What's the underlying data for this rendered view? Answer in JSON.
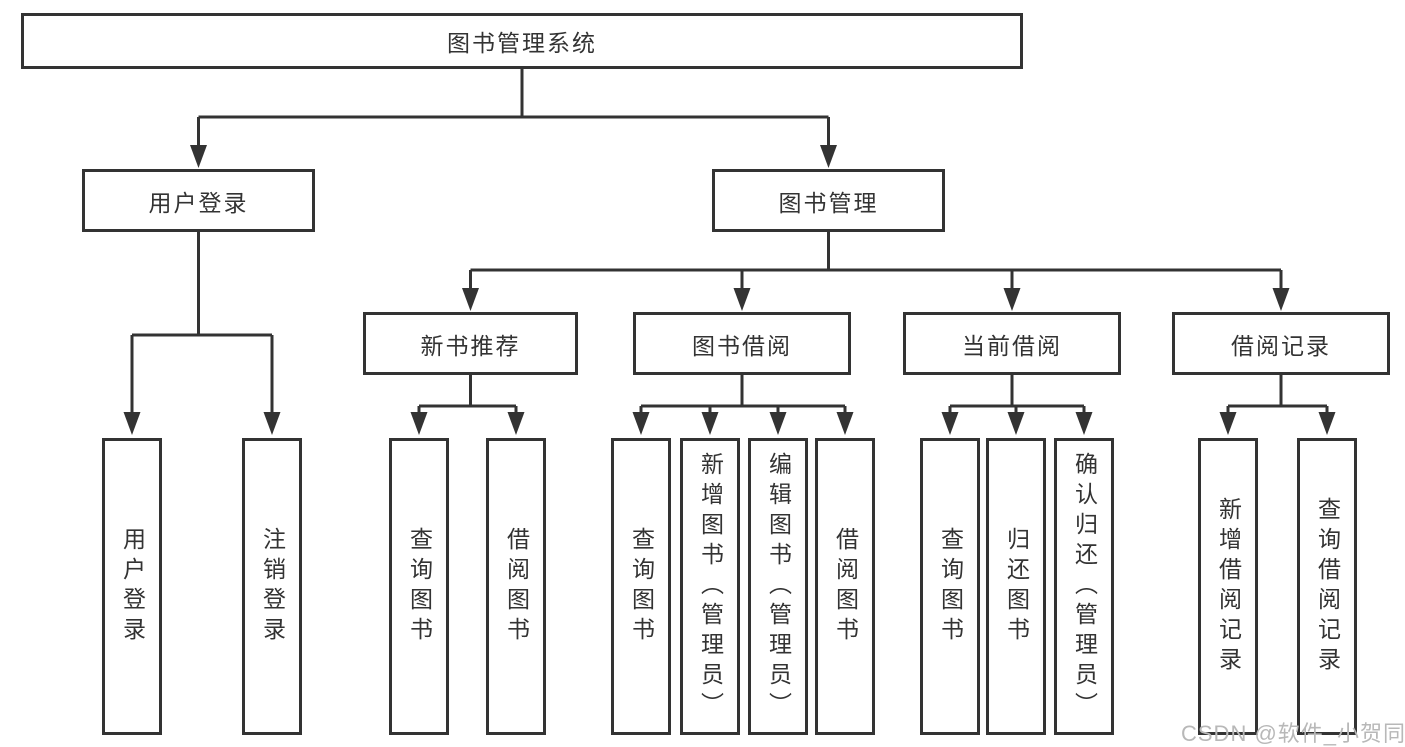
{
  "diagram": {
    "root": {
      "label": "图书管理系统"
    },
    "branches": [
      {
        "label": "用户登录",
        "children": [
          {
            "label": "用户登录"
          },
          {
            "label": "注销登录"
          }
        ]
      },
      {
        "label": "图书管理",
        "children": [
          {
            "label": "新书推荐",
            "children": [
              {
                "label": "查询图书"
              },
              {
                "label": "借阅图书"
              }
            ]
          },
          {
            "label": "图书借阅",
            "children": [
              {
                "label": "查询图书"
              },
              {
                "label": "新增图书（管理员）"
              },
              {
                "label": "编辑图书（管理员）"
              },
              {
                "label": "借阅图书"
              }
            ]
          },
          {
            "label": "当前借阅",
            "children": [
              {
                "label": "查询图书"
              },
              {
                "label": "归还图书"
              },
              {
                "label": "确认归还（管理员）"
              }
            ]
          },
          {
            "label": "借阅记录",
            "children": [
              {
                "label": "新增借阅记录"
              },
              {
                "label": "查询借阅记录"
              }
            ]
          }
        ]
      }
    ]
  },
  "watermark": {
    "text": "CSDN @软件_小贺同学"
  },
  "colors": {
    "line": "#333333",
    "box_border": "#333333",
    "text": "#333333",
    "background": "#ffffff",
    "watermark": "#b8b8b8"
  }
}
